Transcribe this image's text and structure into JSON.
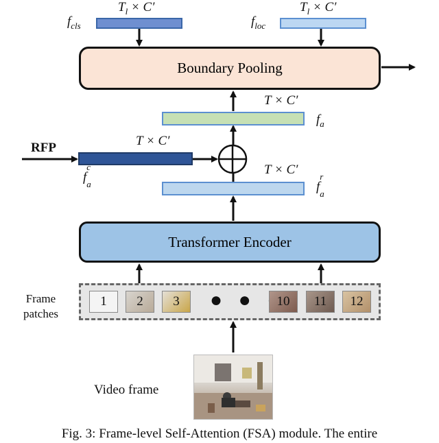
{
  "labels": {
    "f_cls": "f",
    "f_cls_sub": "cls",
    "f_loc": "f",
    "f_loc_sub": "loc",
    "dim_tl_top_left": "T_l × C′",
    "dim_tl_top_right": "T_l × C′",
    "dim_t_fa": "T × C′",
    "dim_t_fac": "T × C′",
    "dim_t_far": "T × C′",
    "boundary_pooling": "Boundary Pooling",
    "transformer_encoder": "Transformer Encoder",
    "f_a": "f",
    "f_a_sub": "a",
    "f_a_c": "f",
    "f_a_c_sub": "a",
    "f_a_c_sup": "c",
    "f_a_r": "f",
    "f_a_r_sub": "a",
    "f_a_r_sup": "r",
    "rfp": "RFP",
    "frame_patches_line1": "Frame",
    "frame_patches_line2": "patches",
    "video_frame": "Video frame",
    "plus": "⊕",
    "ellipsis": "● ● ●"
  },
  "patches": [
    "1",
    "2",
    "3",
    "10",
    "11",
    "12"
  ],
  "colors": {
    "cls_feature": "#6f8fd0",
    "loc_feature": "#bcd7f2",
    "fa_feature": "#c6e0b4",
    "fac_feature": "#2f5597",
    "far_feature": "#bdd7ee",
    "boundary_box": "#fbe4d6",
    "transformer_box": "#9dc3e6"
  },
  "caption": "Fig. 3: Frame-level Self-Attention (FSA) module. The entire"
}
